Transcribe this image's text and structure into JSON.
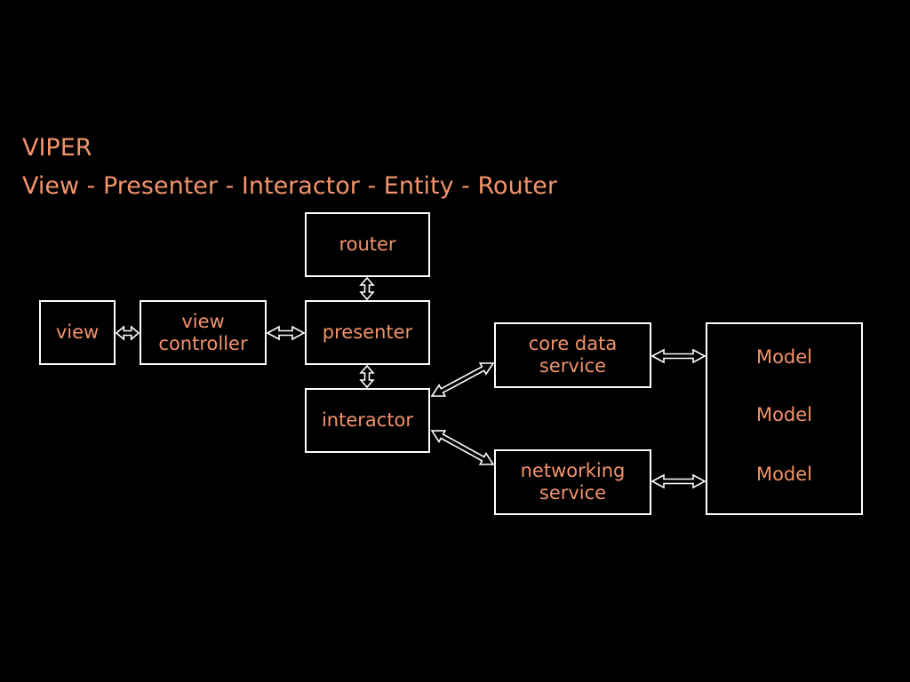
{
  "colors": {
    "background": "#000000",
    "text": "#f2936b",
    "stroke": "#ffffff"
  },
  "title": {
    "line1": "VIPER",
    "line2": "View - Presenter - Interactor - Entity - Router"
  },
  "nodes": {
    "view": "view",
    "view_controller": "view\ncontroller",
    "router": "router",
    "presenter": "presenter",
    "interactor": "interactor",
    "core_data_service": "core data\nservice",
    "networking_service": "networking\nservice",
    "models": [
      "Model",
      "Model",
      "Model"
    ]
  },
  "edges": [
    {
      "from": "view",
      "to": "view_controller",
      "style": "double-arrow"
    },
    {
      "from": "view_controller",
      "to": "presenter",
      "style": "double-arrow"
    },
    {
      "from": "router",
      "to": "presenter",
      "style": "double-arrow"
    },
    {
      "from": "presenter",
      "to": "interactor",
      "style": "double-arrow"
    },
    {
      "from": "interactor",
      "to": "core_data_service",
      "style": "double-arrow"
    },
    {
      "from": "interactor",
      "to": "networking_service",
      "style": "double-arrow"
    },
    {
      "from": "core_data_service",
      "to": "models",
      "style": "double-arrow"
    },
    {
      "from": "networking_service",
      "to": "models",
      "style": "double-arrow"
    }
  ]
}
